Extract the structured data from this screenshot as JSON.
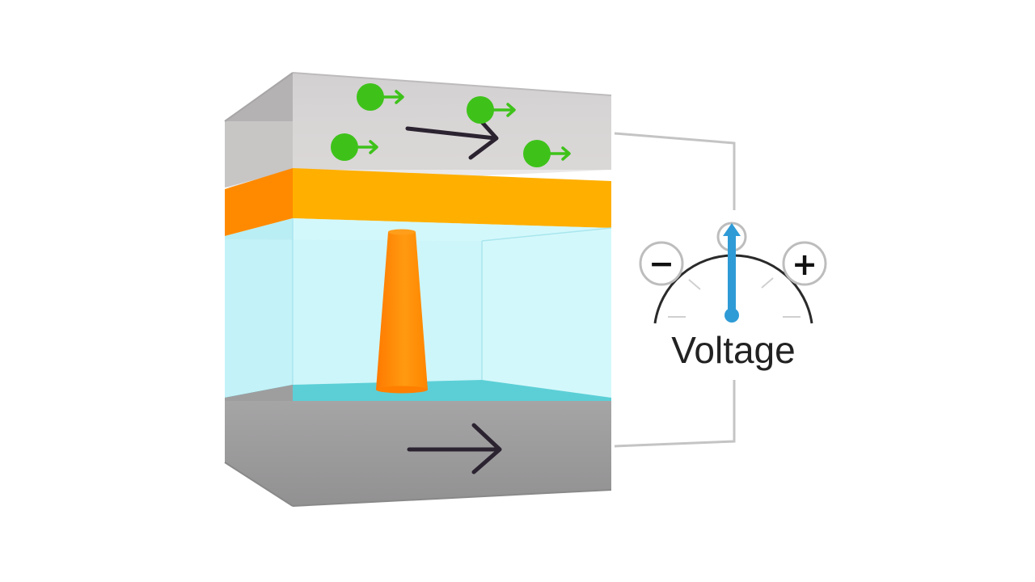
{
  "labels": {
    "voltage": "Voltage",
    "minus_sign": "−",
    "plus_sign": "+"
  },
  "colors": {
    "top_electrode": "#d9d6d6",
    "bottom_electrode": "#9b9a9b",
    "ferromagnet_layer": "#ffaa00",
    "insulator": "#c8f6fb",
    "filament": "#ff8c00",
    "electron": "#3ec21a",
    "needle": "#2f9bd6",
    "current_arrow": "#2b2330",
    "wire": "#c4c4c4"
  },
  "icons": {
    "electron": "green-circle-with-arrow",
    "current": "right-arrow",
    "meter_needle": "up-arrow-needle"
  },
  "meter": {
    "needle_level": 0.5,
    "scale": "minus-to-plus"
  }
}
